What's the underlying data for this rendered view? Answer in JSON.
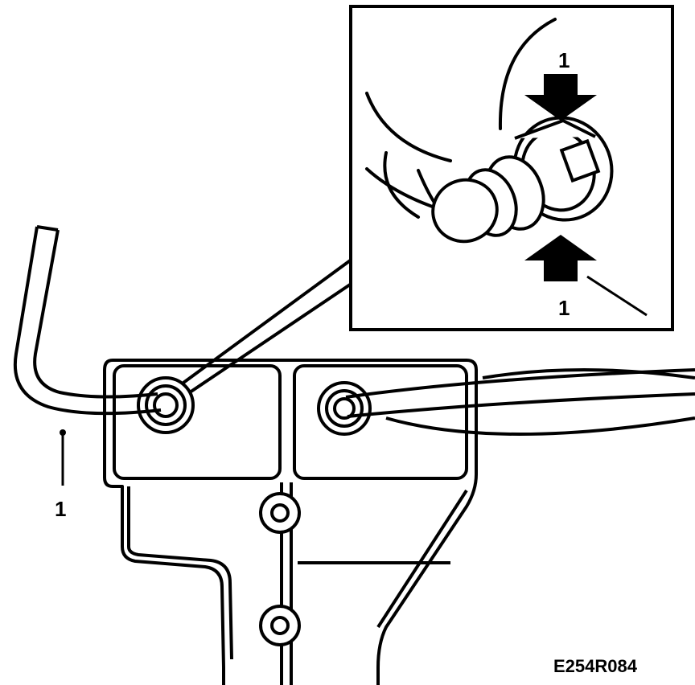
{
  "diagram": {
    "callouts": {
      "main_hose": "1",
      "inset_top": "1",
      "inset_bottom": "1"
    },
    "figure_code": "E254R084"
  },
  "colors": {
    "line": "#000000",
    "fill": "#ffffff"
  }
}
